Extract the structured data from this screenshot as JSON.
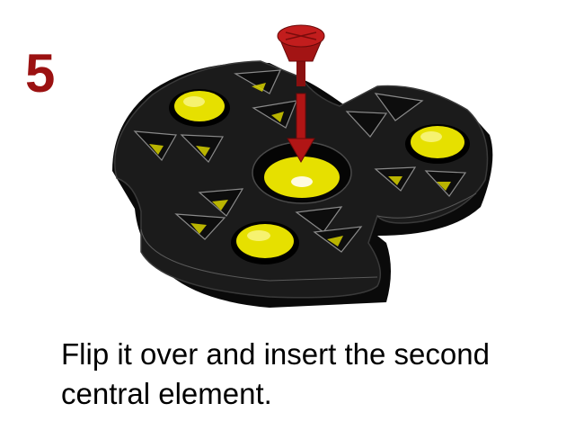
{
  "step": {
    "number": "5",
    "number_color": "#9b1111"
  },
  "illustration": {
    "description_icon": "assembly-icon",
    "body_color": "#111111",
    "insert_color": "#e6e000",
    "plunger_color": "#a31414",
    "arrow_color": "#b11515"
  },
  "instruction": {
    "line1": "Flip it over and insert the second",
    "line2": "central element."
  }
}
